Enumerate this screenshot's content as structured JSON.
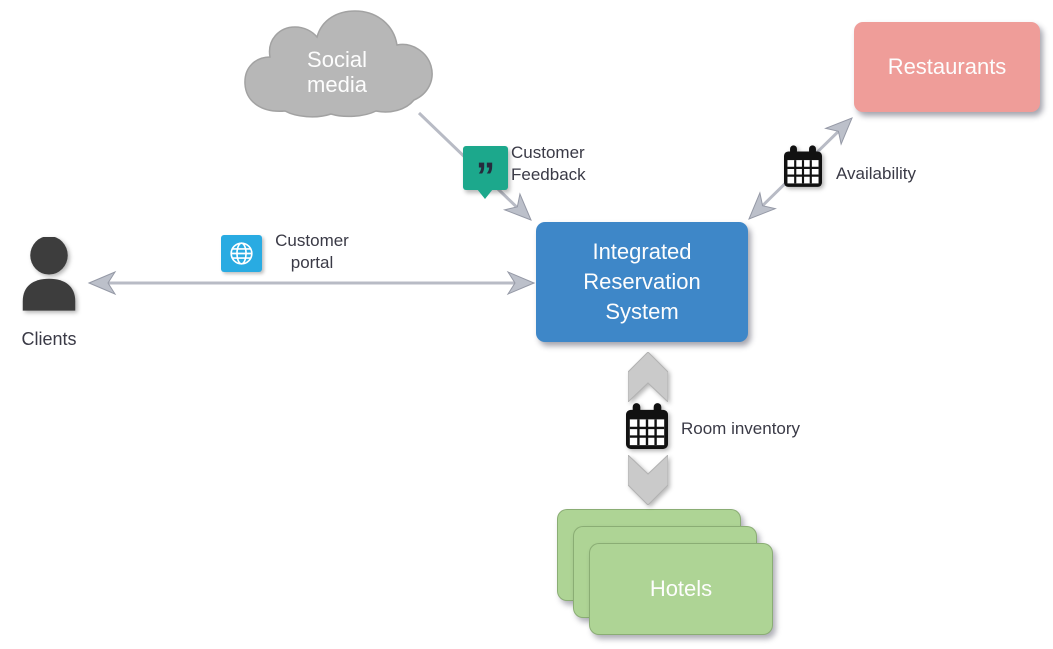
{
  "diagram_title": "Integrated Reservation System",
  "nodes": {
    "social_media": {
      "label": "Social media",
      "lines": [
        "Social",
        "media"
      ],
      "shape": "cloud",
      "color": "#b7b7b7"
    },
    "reservation_system": {
      "label": "Integrated Reservation System",
      "lines": [
        "Integrated",
        "Reservation",
        "System"
      ],
      "shape": "rounded-rectangle",
      "color": "#3e87c8"
    },
    "restaurants": {
      "label": "Restaurants",
      "shape": "rounded-rectangle",
      "color": "#ef9d99"
    },
    "hotels": {
      "label": "Hotels",
      "shape": "stacked-rounded-rectangles",
      "stack_count": 3,
      "color": "#aed495"
    },
    "clients": {
      "label": "Clients",
      "icon": "person-icon",
      "color": "#3d3d3d"
    }
  },
  "edges": [
    {
      "from": "clients",
      "to": "reservation_system",
      "label": "Customer portal",
      "lines": [
        "Customer",
        "portal"
      ],
      "icon": "globe-icon",
      "icon_color": "#29abe2",
      "direction": "both",
      "style": "thin-double-arrow"
    },
    {
      "from": "social_media",
      "to": "reservation_system",
      "label": "Customer Feedback",
      "lines": [
        "Customer",
        "Feedback"
      ],
      "icon": "quote-icon",
      "icon_glyph": "”",
      "icon_color": "#1ca88c",
      "direction": "one-way",
      "style": "thin-arrow"
    },
    {
      "from": "reservation_system",
      "to": "restaurants",
      "label": "Availability",
      "icon": "calendar-icon",
      "icon_color": "#111111",
      "direction": "both",
      "style": "thin-double-arrow"
    },
    {
      "from": "reservation_system",
      "to": "hotels",
      "label": "Room inventory",
      "icon": "calendar-icon",
      "icon_color": "#111111",
      "direction": "both",
      "style": "block-chevron-arrows"
    }
  ],
  "colors": {
    "background": "#ffffff",
    "node_text": "#fdfdfd",
    "label_text": "#3a3a46",
    "arrow_gray": "#b8bbc5",
    "chevron_gray": "#cacaca"
  }
}
